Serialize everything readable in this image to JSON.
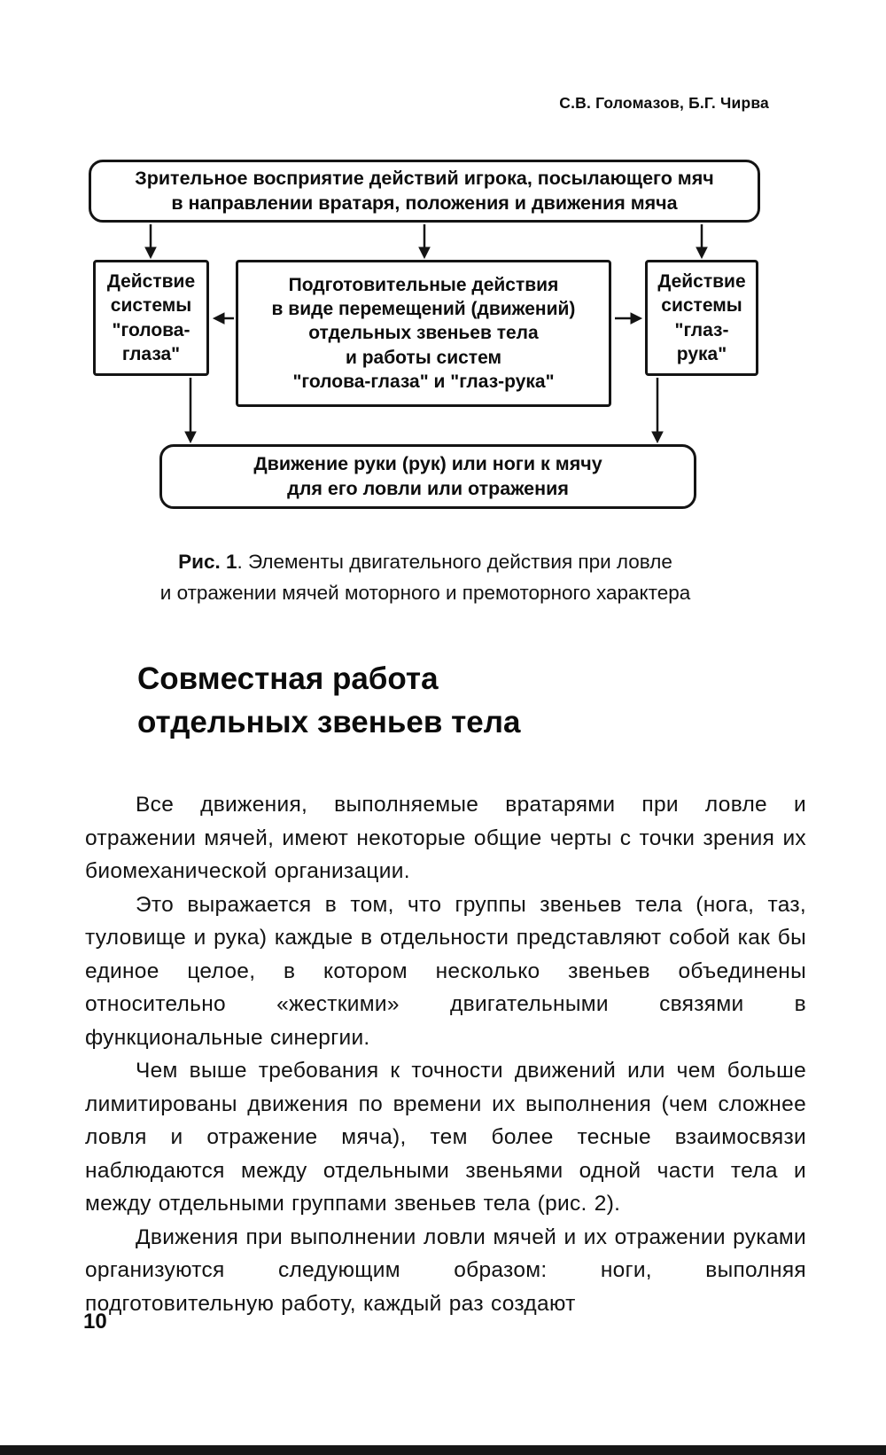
{
  "page": {
    "running_header": "С.В. Голомазов, Б.Г. Чирва",
    "page_number": "10",
    "colors": {
      "ink": "#111111",
      "paper": "#ffffff"
    }
  },
  "figure": {
    "boxes": {
      "perception": "Зрительное восприятие действий игрока, посылающего мяч\nв направлении вратаря, положения и движения мяча",
      "head_eyes": "Действие\nсистемы\n\"голова-\nглаза\"",
      "preparatory": "Подготовительные действия\nв виде перемещений (движений)\nотдельных звеньев тела\nи работы систем\n\"голова-глаза\" и \"глаз-рука\"",
      "eye_hand": "Действие\nсистемы\n\"глаз-\nрука\"",
      "movement": "Движение руки (рук) или ноги к мячу\nдля его ловли или отражения"
    },
    "caption_label": "Рис. 1",
    "caption_text": ". Элементы двигательного действия при ловле\nи отражении мячей моторного и премоторного характера"
  },
  "section": {
    "heading": "Совместная работа\nотдельных звеньев тела"
  },
  "paragraphs": [
    "Все движения, выполняемые вратарями при ловле и отражении мячей, имеют некоторые общие черты с точки зрения их биомеханической организации.",
    "Это выражается в том, что группы звеньев тела (нога, таз, туловище и рука) каждые в отдельности представляют собой как бы единое целое, в котором несколько звеньев объединены относительно «жесткими» двигательными связями в функциональные синергии.",
    "Чем выше требования к точности движений или чем больше лимитированы движения по времени их выполнения (чем сложнее ловля и отражение мяча), тем более тесные взаимосвязи наблюдаются между отдельными звеньями одной части тела и между отдельными группами звеньев тела (рис. 2).",
    "Движения при выполнении ловли мячей и их отражении руками организуются следующим образом: ноги, выполняя подготовительную работу, каждый раз создают"
  ]
}
